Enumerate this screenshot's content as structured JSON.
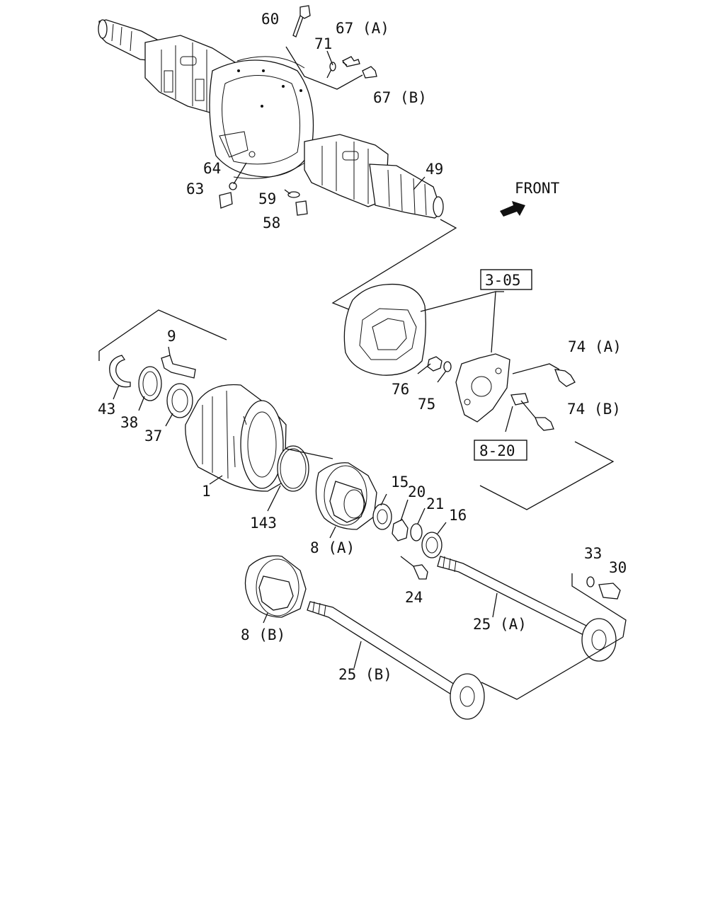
{
  "diagram": {
    "front_label": "FRONT",
    "ref_boxes": {
      "brake": "3-05",
      "sensor": "8-20"
    },
    "callouts": {
      "c60": "60",
      "c67a": "67 (A)",
      "c71": "71",
      "c67b": "67 (B)",
      "c64": "64",
      "c63": "63",
      "c59": "59",
      "c58": "58",
      "c49": "49",
      "c9": "9",
      "c43": "43",
      "c38": "38",
      "c37": "37",
      "c1": "1",
      "c143": "143",
      "c76": "76",
      "c75": "75",
      "c74a": "74 (A)",
      "c74b": "74 (B)",
      "c15": "15",
      "c20": "20",
      "c21": "21",
      "c16": "16",
      "c8a": "8 (A)",
      "c24": "24",
      "c33": "33",
      "c30": "30",
      "c25a": "25 (A)",
      "c8b": "8 (B)",
      "c25b": "25 (B)"
    }
  }
}
